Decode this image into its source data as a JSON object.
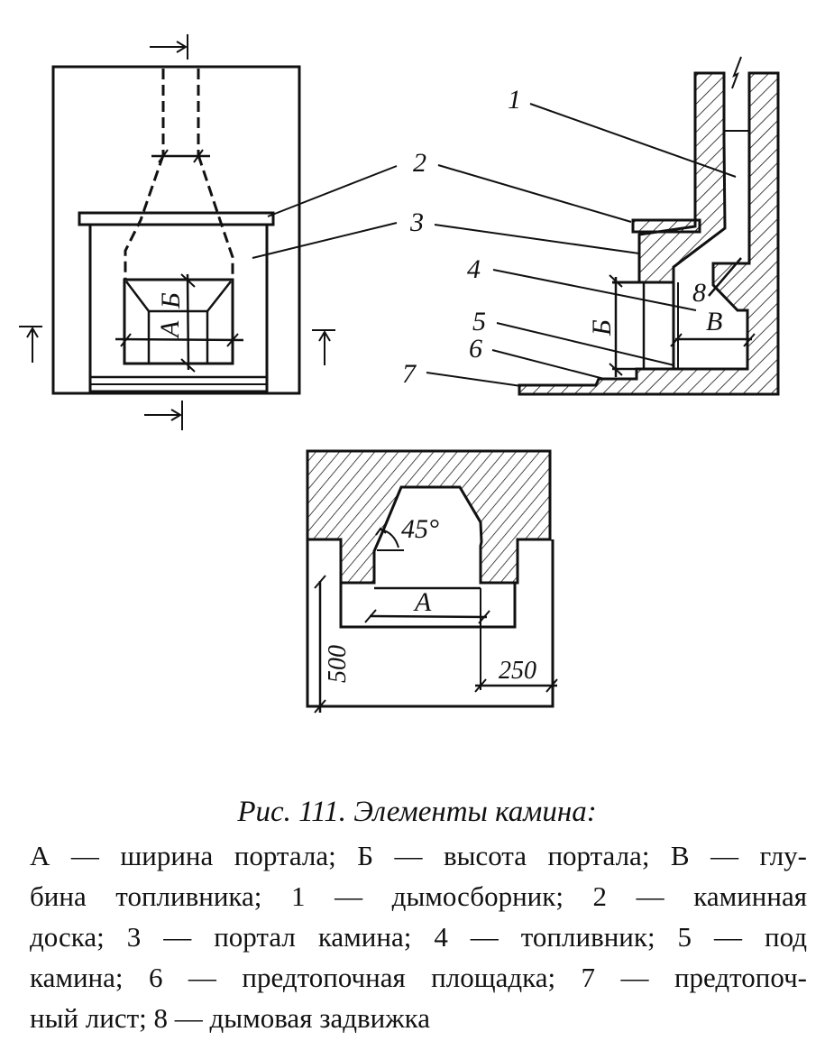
{
  "figure": {
    "labels": {
      "front": {
        "A": "А",
        "B": "Б"
      },
      "section": {
        "n1": "1",
        "n2": "2",
        "n3": "3",
        "n4": "4",
        "n5": "5",
        "n6": "6",
        "n7": "7",
        "n8": "8",
        "B": "Б",
        "V": "В"
      },
      "plan": {
        "angle": "45°",
        "A": "А",
        "dim500": "500",
        "dim250": "250"
      }
    }
  },
  "caption": {
    "title": "Рис. 111. Элементы камина:",
    "lines": [
      "А — ширина портала; Б — высота портала; В — глу-",
      "бина топливника; 1 — дымосборник; 2 — каминная",
      "доска; 3 — портал камина; 4 — топливник; 5 — под",
      "камина; 6 — предтопочная площадка; 7 — предтопоч-",
      "ный лист; 8 — дымовая задвижка"
    ]
  }
}
